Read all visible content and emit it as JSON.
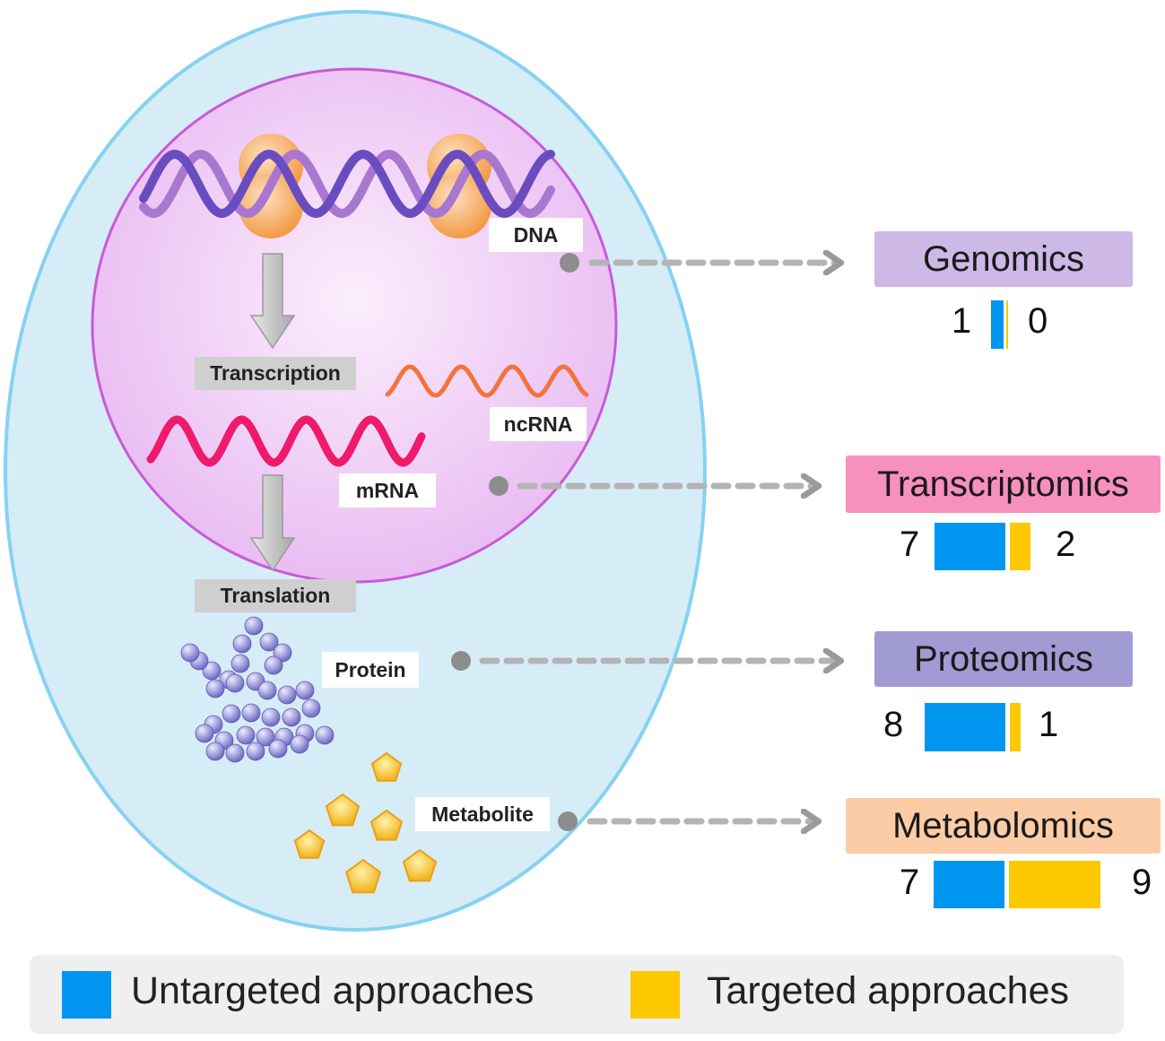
{
  "labels": {
    "dna": "DNA",
    "transcription": "Transcription",
    "ncrna": "ncRNA",
    "mrna": "mRNA",
    "translation": "Translation",
    "protein": "Protein",
    "metabolite": "Metabolite"
  },
  "omics": [
    {
      "title": "Genomics",
      "untargeted": 1,
      "targeted": 0,
      "color": "#cdb8e6"
    },
    {
      "title": "Transcriptomics",
      "untargeted": 7,
      "targeted": 2,
      "color": "#f78fbf"
    },
    {
      "title": "Proteomics",
      "untargeted": 8,
      "targeted": 1,
      "color": "#a09bd3"
    },
    {
      "title": "Metabolomics",
      "untargeted": 7,
      "targeted": 9,
      "color": "#fccca6"
    }
  ],
  "legend": {
    "untargeted": {
      "label": "Untargeted approaches",
      "color": "#0096f0"
    },
    "targeted": {
      "label": "Targeted approaches",
      "color": "#fcc800"
    }
  }
}
